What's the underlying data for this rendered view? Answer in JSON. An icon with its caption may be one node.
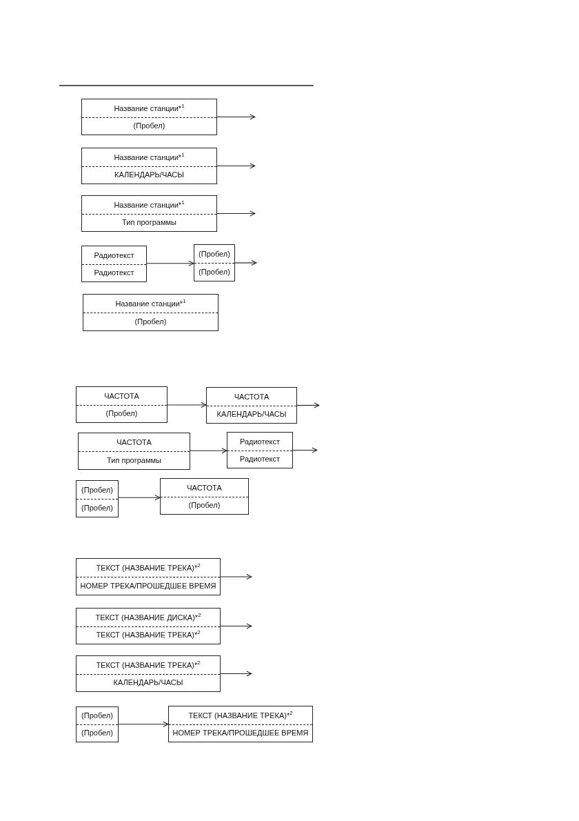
{
  "diagram": {
    "nodes": [
      {
        "text": [
          "Название станции*$^{1}$",
          "(Пробел)"
        ]
      },
      {
        "text": [
          "Название станции*$^{1}$",
          "КАЛЕНДАРЬ/ЧАСЫ"
        ]
      },
      {
        "text": [
          "Название станции*$^{1}$",
          "Тип программы"
        ]
      },
      {
        "text": [
          "Радиотекст",
          "Радиотекст"
        ]
      },
      {
        "text": [
          "(Пробел)",
          "(Пробел)"
        ]
      },
      {
        "text": [
          "Название станции*$^{1}$",
          "(Пробел)"
        ]
      },
      {
        "text": [
          "ЧАСТОТА",
          "(Пробел)"
        ]
      },
      {
        "text": [
          "ЧАСТОТА",
          "КАЛЕНДАРЬ/ЧАСЫ"
        ]
      },
      {
        "text": [
          "ЧАСТОТА",
          "Тип программы"
        ]
      },
      {
        "text": [
          "Радиотекст",
          "Радиотекст"
        ]
      },
      {
        "text": [
          "(Пробел)",
          "(Пробел)"
        ]
      },
      {
        "text": [
          "ЧАСТОТА",
          "(Пробел)"
        ]
      },
      {
        "text": [
          "ТЕКСТ (НАЗВАНИЕ ТРЕКА)*$^{2}$",
          "НОМЕР ТРЕКА/ПРОШЕДШЕЕ ВРЕМЯ"
        ]
      },
      {
        "text": [
          "ТЕКСТ (НАЗВАНИЕ ДИСКА)*$^{2}$",
          "ТЕКСТ (НАЗВАНИЕ ТРЕКА)*$^{2}$"
        ]
      },
      {
        "text": [
          "ТЕКСТ (НАЗВАНИЕ ТРЕКА)*$^{2}$",
          "КАЛЕНДАРЬ/ЧАСЫ"
        ]
      },
      {
        "text": [
          "(Пробел)",
          "(Пробел)"
        ]
      },
      {
        "text": [
          "ТЕКСТ (НАЗВАНИЕ ТРЕКА)*$^{2}$",
          "НОМЕР ТРЕКА/ПРОШЕДШЕЕ ВРЕМЯ"
        ]
      }
    ],
    "edges": [
      {
        "from": 0,
        "to": null,
        "arrow": "to"
      },
      {
        "from": 1,
        "to": null,
        "arrow": "to"
      },
      {
        "from": 2,
        "to": null,
        "arrow": "to"
      },
      {
        "from": 3,
        "to": 4,
        "arrow": "to"
      },
      {
        "from": 4,
        "to": null,
        "arrow": "to"
      },
      {
        "from": 6,
        "to": 7,
        "arrow": "to"
      },
      {
        "from": 7,
        "to": null,
        "arrow": "to"
      },
      {
        "from": 8,
        "to": 9,
        "arrow": "to"
      },
      {
        "from": 9,
        "to": null,
        "arrow": "to"
      },
      {
        "from": 10,
        "to": 11,
        "arrow": "to"
      },
      {
        "from": 12,
        "to": null,
        "arrow": "to"
      },
      {
        "from": 13,
        "to": null,
        "arrow": "to"
      },
      {
        "from": 14,
        "to": null,
        "arrow": "to"
      },
      {
        "from": 15,
        "to": 16,
        "arrow": "to"
      }
    ]
  }
}
